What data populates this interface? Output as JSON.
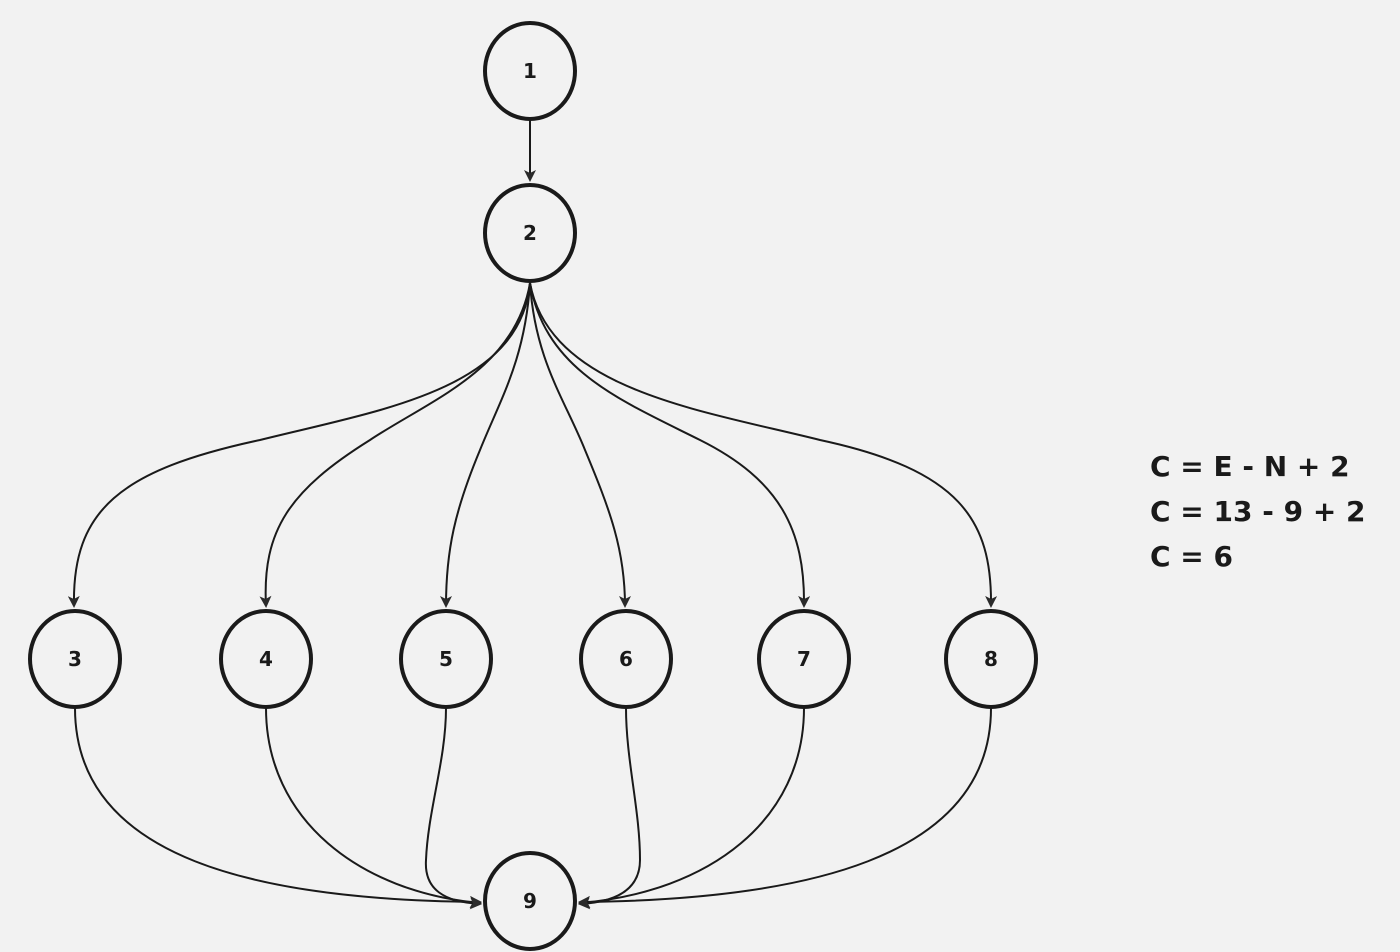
{
  "nodes": [
    {
      "id": "1",
      "label": "1"
    },
    {
      "id": "2",
      "label": "2"
    },
    {
      "id": "3",
      "label": "3"
    },
    {
      "id": "4",
      "label": "4"
    },
    {
      "id": "5",
      "label": "5"
    },
    {
      "id": "6",
      "label": "6"
    },
    {
      "id": "7",
      "label": "7"
    },
    {
      "id": "8",
      "label": "8"
    },
    {
      "id": "9",
      "label": "9"
    }
  ],
  "edges": [
    {
      "from": "1",
      "to": "2"
    },
    {
      "from": "2",
      "to": "3"
    },
    {
      "from": "2",
      "to": "4"
    },
    {
      "from": "2",
      "to": "5"
    },
    {
      "from": "2",
      "to": "6"
    },
    {
      "from": "2",
      "to": "7"
    },
    {
      "from": "2",
      "to": "8"
    },
    {
      "from": "3",
      "to": "9"
    },
    {
      "from": "4",
      "to": "9"
    },
    {
      "from": "5",
      "to": "9"
    },
    {
      "from": "6",
      "to": "9"
    },
    {
      "from": "7",
      "to": "9"
    },
    {
      "from": "8",
      "to": "9"
    }
  ],
  "formula": {
    "line1": "C = E - N + 2",
    "line2": "C = 13 - 9 + 2",
    "line3": "C = 6"
  },
  "colors": {
    "background": "#f2f2f2",
    "stroke": "#1a1a1a"
  }
}
